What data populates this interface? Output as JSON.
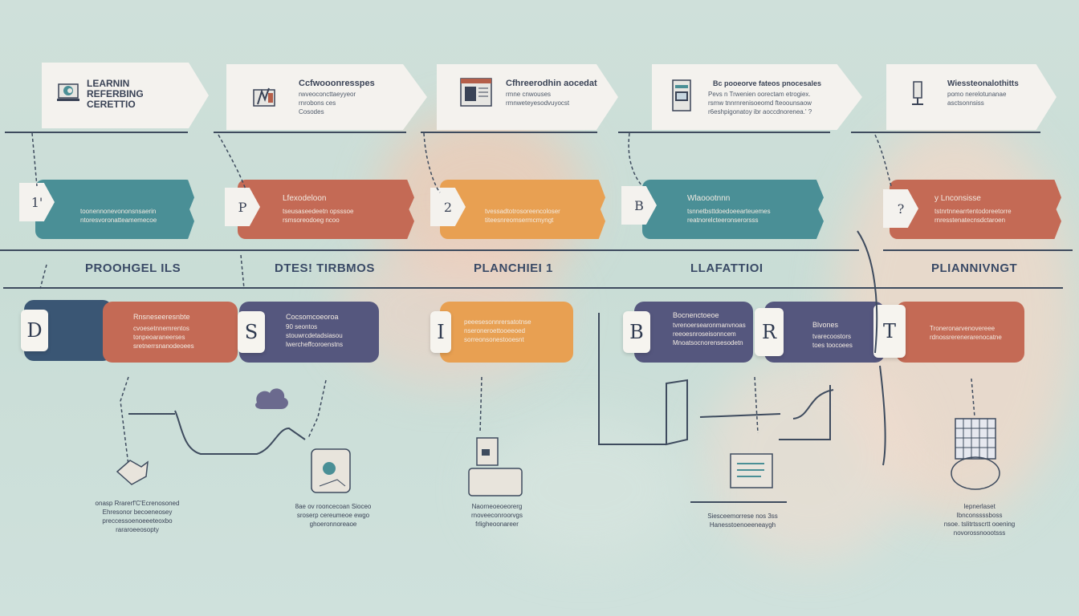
{
  "colors": {
    "background": "#cbded8",
    "teal": "#4a8f96",
    "coral": "#c46a55",
    "orange": "#e8a052",
    "purple": "#55577e",
    "navy": "#3a4a66",
    "card": "#f4f2ee"
  },
  "cards": [
    {
      "icon": "laptop-icon",
      "title": "LEARNIN\nREFERBING\nCERETTIO",
      "desc": ""
    },
    {
      "icon": "tools-icon",
      "title": "Ccfwooonresspes",
      "desc": "rwveoconcttaeyyeor\nrnrobons ces\nCosodes"
    },
    {
      "icon": "window-icon",
      "title": "Cfhreerodhin aocedat",
      "desc": "rmne cnwouses\nrmnweteyesodvuyocst"
    },
    {
      "icon": "browser-icon",
      "title": "Bc pooeorve fateos pnocesales",
      "desc": "Pevs n Trwenien oorectam etrogiex.\nrsmw tnnrnrenisoeomd fteoounsaow\nr6eshpigonatoy ibr aoccdnorenea.' ?"
    },
    {
      "icon": "pin-icon",
      "title": "Wiessteonalothitts",
      "desc": "pomo nerelotunanae\nasctsonnsiss"
    }
  ],
  "banners": [
    {
      "tag": "1'",
      "title": "",
      "desc": "toonennonevononsnsaerin\nntoresvoronatteamemecoe"
    },
    {
      "tag": "P",
      "title": "Lfexodeloon",
      "desc": "tseusaseedeetn opsssoe\nrsmsoreodoeg ncoo"
    },
    {
      "tag": "2",
      "title": "",
      "desc": "tvessadtotrosoreencoloser\ntiteesnreomsermcmyngt"
    },
    {
      "tag": "B",
      "title": "Wlaoootnnn",
      "desc": "tsnnetbsttdoedoeearteuemes\nreatnorelcteeronserorsss"
    },
    {
      "tag": "?",
      "title": "y Lnconsisse",
      "desc": "tstnrtnnearrtentodoreetorre\nrnresstenatecnsdctaroen"
    }
  ],
  "stages": [
    "PROOHGEL ILS",
    "DTES! TIRBMOS",
    "PLANCHIEI 1",
    "LLAFATTIOI",
    "PLIANNIVNGT"
  ],
  "pills": [
    {
      "letter": "D",
      "title": "Rnsneseeresnbte",
      "desc": "cvoesetnnemrentos\ntonpeoaraneerses\nsretnerrsnanodeoees"
    },
    {
      "letter": "S",
      "title": "Cocsomcoeoroa",
      "desc": "90 seontos\nstouwrcdetadsiasou\nlwercheffcoroenstns"
    },
    {
      "letter": "I",
      "title": "",
      "desc": "peeesesonnrersatotnse\nnseroneroettooeeoed\nsorreonsonestooesnt"
    },
    {
      "letter": "B",
      "title": "Bocnenctoeoe",
      "desc": "tvrenoersearonmanvnoas\nreeoesnroseisonncem\nMnoatsocnorensesodetn"
    },
    {
      "letter": "R",
      "title": "Blvones",
      "desc": "tvarecoostors\ntoes toocoees"
    },
    {
      "letter": "T",
      "title": "",
      "desc": "Troneronarvenovereee\nrdnossrerenerarenocatne"
    }
  ],
  "footers": [
    "onasp Rrarerf'C'Ecrenosoned\nEhresonor becoeneosey\npreccessoenoeeeteoxbo\nrararoeeosopty",
    "8ae ov rooncecoan Sioceo\nsroserp cereumeoe ewgo\nghoeronnoreaoe",
    "Naorneoeoeorerg\nrnoveeconroorvgs\nfrligheoonareer",
    "Siesceemorrese nos 3ss\nHanesstoenoeeneaygh",
    "Iepnerlaset\nIbnconssssboss\nnsoe. tslitrtsscrtt ooening\nnovorossnoootsss"
  ]
}
